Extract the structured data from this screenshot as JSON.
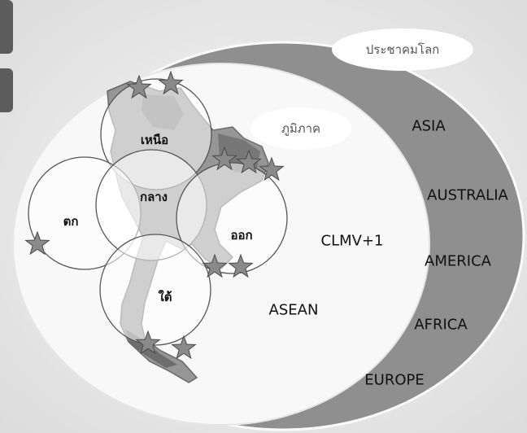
{
  "badges": {
    "global": "ประชาคมโลก",
    "regional": "ภูมิภาค"
  },
  "regions": {
    "north": "เหนือ",
    "central": "กลาง",
    "west": "ตก",
    "east": "ออก",
    "south": "ใต้"
  },
  "regional_groups": {
    "clmv": "CLMV+1",
    "asean": "ASEAN"
  },
  "world": [
    "ASIA",
    "AUSTRALIA",
    "AMERICA",
    "AFRICA",
    "EUROPE"
  ],
  "colors": {
    "background": "#ededed",
    "outer_ring": "#8f8f8f",
    "inner_circle": "#f8f8f8",
    "star": "#8a8a8a",
    "map": "#7a7a7a",
    "side_tab": "#5c5c5c"
  }
}
